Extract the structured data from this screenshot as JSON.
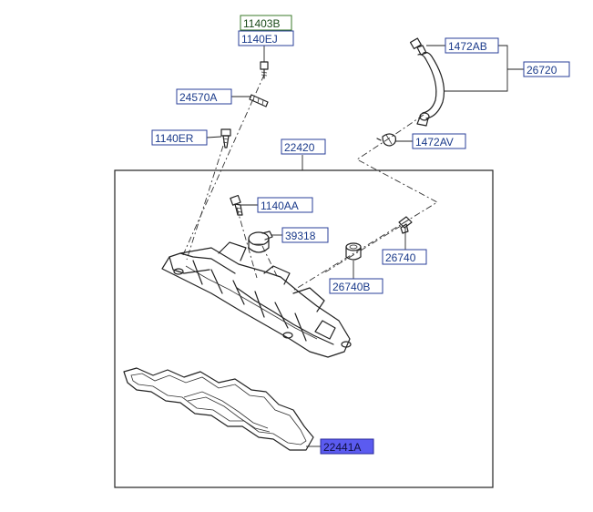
{
  "colors": {
    "label_text": "#1a3a8a",
    "label_border_blue": "#2a3f9a",
    "label_border_green": "#3a7a2a",
    "highlight_fill": "#5b5bf0",
    "line": "#222222"
  },
  "labels": {
    "p11403B": "11403B",
    "p1140EJ": "1140EJ",
    "p24570A": "24570A",
    "p1140ER": "1140ER",
    "p22420": "22420",
    "p1140AA": "1140AA",
    "p39318": "39318",
    "p1472AB": "1472AB",
    "p26720": "26720",
    "p1472AV": "1472AV",
    "p26740": "26740",
    "p26740B": "26740B",
    "p22441A": "22441A"
  }
}
